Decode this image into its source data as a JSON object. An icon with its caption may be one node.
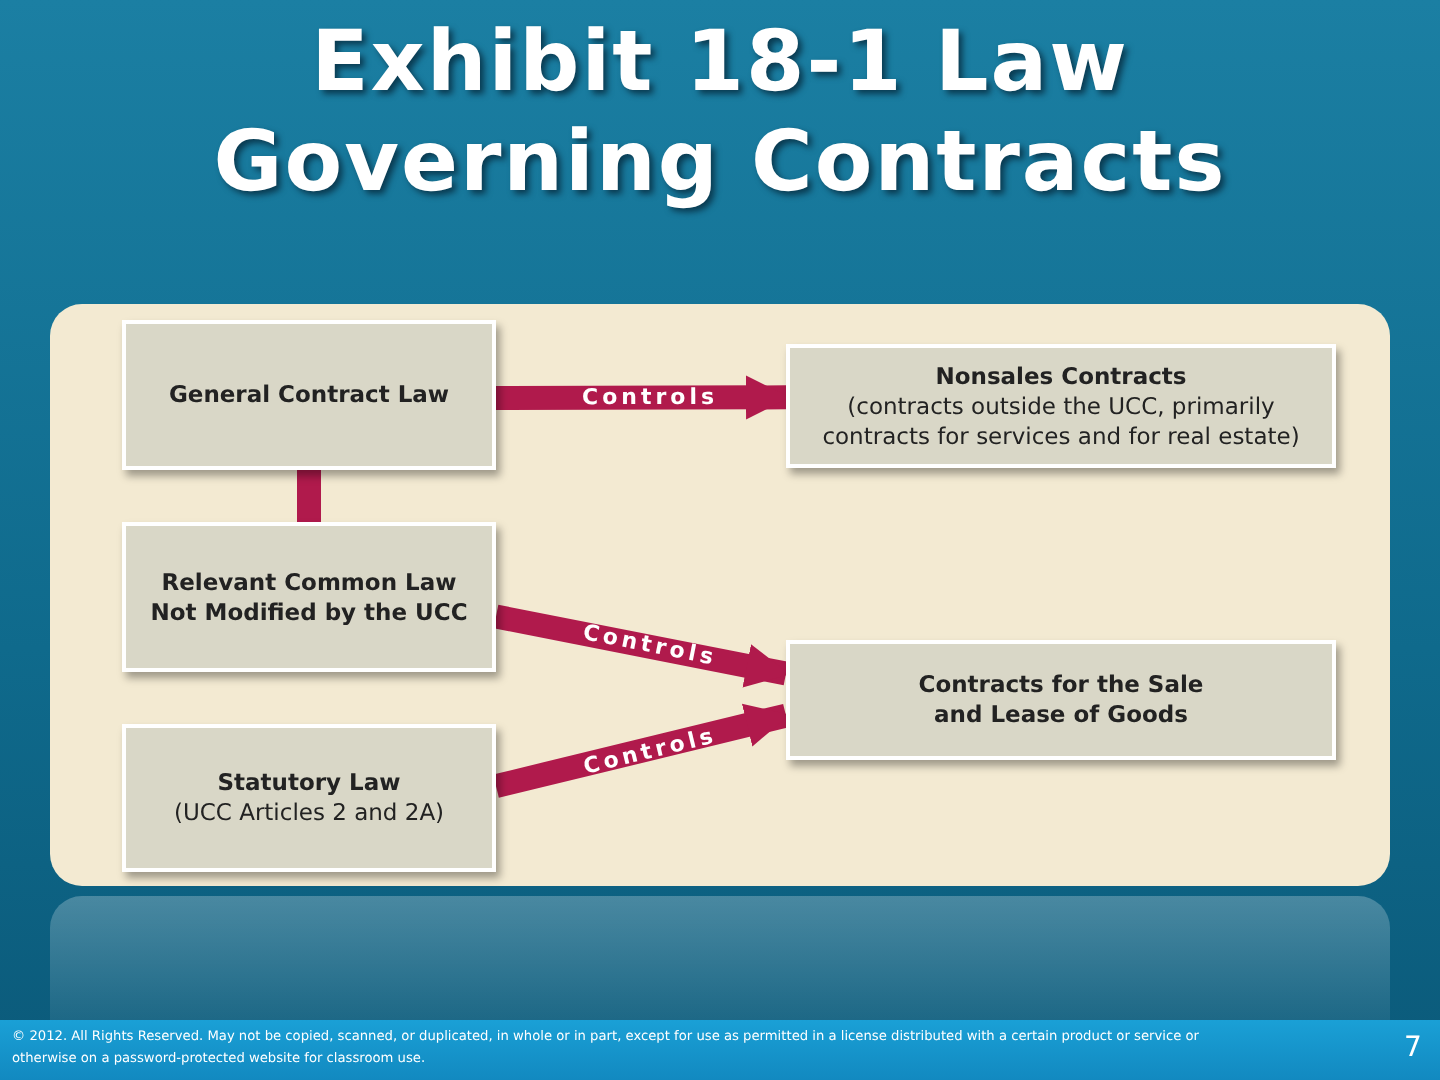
{
  "diagram": {
    "title": "Exhibit 18-1 Law Governing Contracts",
    "nodes": [
      {
        "text": [
          "General Contract Law"
        ]
      },
      {
        "text": [
          "Nonsales Contracts",
          "(contracts outside the UCC, primarily contracts for services and for real estate)"
        ]
      },
      {
        "text": [
          "Relevant Common Law Not Modified by the UCC"
        ]
      },
      {
        "text": [
          "Contracts for the Sale and Lease of Goods"
        ]
      },
      {
        "text": [
          "Statutory Law",
          "(UCC Articles 2 and 2A)"
        ]
      }
    ],
    "edges": [
      {
        "from": 0,
        "to": 1,
        "arrow": "to",
        "label": "Controls"
      },
      {
        "from": 0,
        "to": 2,
        "arrow": "none"
      },
      {
        "from": 2,
        "to": 3,
        "arrow": "to",
        "label": "Controls"
      },
      {
        "from": 4,
        "to": 3,
        "arrow": "to",
        "label": "Controls"
      }
    ],
    "labels": [
      "© 2012. All Rights Reserved. May not be copied, scanned, or duplicated, in whole or in part, except for use as permitted in a license distributed with a certain product or service or otherwise on a password-protected website for classroom use.",
      "7"
    ]
  }
}
